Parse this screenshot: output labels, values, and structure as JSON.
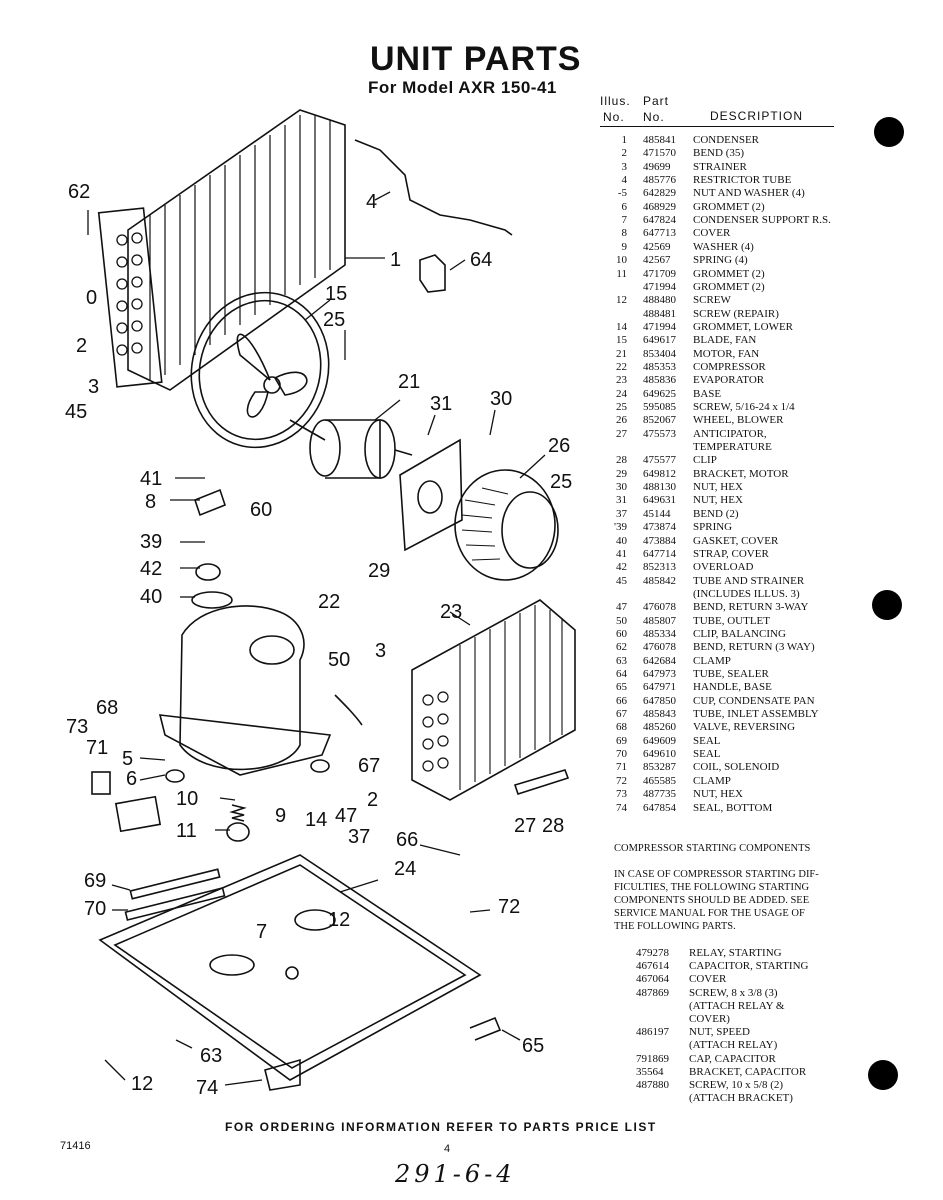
{
  "header": {
    "title": "UNIT PARTS",
    "subtitle": "For Model AXR 150-41"
  },
  "table": {
    "col_illus_line1": "Illus.",
    "col_illus_line2": "No.",
    "col_part_line1": "Part",
    "col_part_line2": "No.",
    "col_desc": "DESCRIPTION",
    "rows": [
      {
        "illus": "1",
        "part": "485841",
        "desc": "CONDENSER"
      },
      {
        "illus": "2",
        "part": "471570",
        "desc": "BEND (35)"
      },
      {
        "illus": "3",
        "part": "49699",
        "desc": "STRAINER"
      },
      {
        "illus": "4",
        "part": "485776",
        "desc": "RESTRICTOR TUBE"
      },
      {
        "illus": "-5",
        "part": "642829",
        "desc": "NUT AND WASHER (4)"
      },
      {
        "illus": "6",
        "part": "468929",
        "desc": "GROMMET (2)"
      },
      {
        "illus": "7",
        "part": "647824",
        "desc": "CONDENSER SUPPORT R.S."
      },
      {
        "illus": "8",
        "part": "647713",
        "desc": "COVER"
      },
      {
        "illus": "9",
        "part": "42569",
        "desc": "WASHER (4)"
      },
      {
        "illus": "10",
        "part": "42567",
        "desc": "SPRING (4)"
      },
      {
        "illus": "11",
        "part": "471709",
        "desc": "GROMMET (2)"
      },
      {
        "illus": "",
        "part": "471994",
        "desc": "GROMMET (2)"
      },
      {
        "illus": "12",
        "part": "488480",
        "desc": "SCREW"
      },
      {
        "illus": "",
        "part": "488481",
        "desc": "SCREW (REPAIR)"
      },
      {
        "illus": "14",
        "part": "471994",
        "desc": "GROMMET, LOWER"
      },
      {
        "illus": "15",
        "part": "649617",
        "desc": "BLADE, FAN"
      },
      {
        "illus": "21",
        "part": "853404",
        "desc": "MOTOR, FAN"
      },
      {
        "illus": "22",
        "part": "485353",
        "desc": "COMPRESSOR"
      },
      {
        "illus": "23",
        "part": "485836",
        "desc": "EVAPORATOR"
      },
      {
        "illus": "24",
        "part": "649625",
        "desc": "BASE"
      },
      {
        "illus": "25",
        "part": "595085",
        "desc": "SCREW, 5/16-24 x 1/4"
      },
      {
        "illus": "26",
        "part": "852067",
        "desc": "WHEEL, BLOWER"
      },
      {
        "illus": "27",
        "part": "475573",
        "desc": "ANTICIPATOR,"
      },
      {
        "illus": "",
        "part": "",
        "desc": "TEMPERATURE"
      },
      {
        "illus": "28",
        "part": "475577",
        "desc": "CLIP"
      },
      {
        "illus": "29",
        "part": "649812",
        "desc": "BRACKET, MOTOR"
      },
      {
        "illus": "30",
        "part": "488130",
        "desc": "NUT, HEX"
      },
      {
        "illus": "31",
        "part": "649631",
        "desc": "NUT, HEX"
      },
      {
        "illus": "37",
        "part": "45144",
        "desc": "BEND (2)"
      },
      {
        "illus": "'39",
        "part": "473874",
        "desc": "SPRING"
      },
      {
        "illus": "40",
        "part": "473884",
        "desc": "GASKET, COVER"
      },
      {
        "illus": "41",
        "part": "647714",
        "desc": "STRAP, COVER"
      },
      {
        "illus": "42",
        "part": "852313",
        "desc": "OVERLOAD"
      },
      {
        "illus": "45",
        "part": "485842",
        "desc": "TUBE AND STRAINER"
      },
      {
        "illus": "",
        "part": "",
        "desc": "(INCLUDES ILLUS. 3)"
      },
      {
        "illus": "47",
        "part": "476078",
        "desc": "BEND, RETURN 3-WAY"
      },
      {
        "illus": "50",
        "part": "485807",
        "desc": "TUBE, OUTLET"
      },
      {
        "illus": "60",
        "part": "485334",
        "desc": "CLIP, BALANCING"
      },
      {
        "illus": "62",
        "part": "476078",
        "desc": "BEND, RETURN (3 WAY)"
      },
      {
        "illus": "63",
        "part": "642684",
        "desc": "CLAMP"
      },
      {
        "illus": "64",
        "part": "647973",
        "desc": "TUBE, SEALER"
      },
      {
        "illus": "65",
        "part": "647971",
        "desc": "HANDLE, BASE"
      },
      {
        "illus": "66",
        "part": "647850",
        "desc": "CUP, CONDENSATE PAN"
      },
      {
        "illus": "67",
        "part": "485843",
        "desc": "TUBE, INLET ASSEMBLY"
      },
      {
        "illus": "68",
        "part": "485260",
        "desc": "VALVE, REVERSING"
      },
      {
        "illus": "69",
        "part": "649609",
        "desc": "SEAL"
      },
      {
        "illus": "70",
        "part": "649610",
        "desc": "SEAL"
      },
      {
        "illus": "71",
        "part": "853287",
        "desc": "COIL, SOLENOID"
      },
      {
        "illus": "72",
        "part": "465585",
        "desc": "CLAMP"
      },
      {
        "illus": "73",
        "part": "487735",
        "desc": "NUT, HEX"
      },
      {
        "illus": "74",
        "part": "647854",
        "desc": "SEAL, BOTTOM"
      }
    ]
  },
  "starting": {
    "heading": "COMPRESSOR STARTING COMPONENTS",
    "note": [
      "IN CASE OF COMPRESSOR STARTING DIF-",
      "FICULTIES, THE FOLLOWING STARTING",
      "COMPONENTS SHOULD BE ADDED. SEE",
      "SERVICE MANUAL FOR THE USAGE OF",
      "THE FOLLOWING PARTS."
    ],
    "rows": [
      {
        "part": "479278",
        "desc": "RELAY, STARTING"
      },
      {
        "part": "467614",
        "desc": "CAPACITOR, STARTING"
      },
      {
        "part": "467064",
        "desc": "COVER"
      },
      {
        "part": "487869",
        "desc": "SCREW, 8 x 3/8 (3)"
      },
      {
        "part": "",
        "desc": "(ATTACH RELAY &"
      },
      {
        "part": "",
        "desc": "COVER)"
      },
      {
        "part": "486197",
        "desc": "NUT, SPEED"
      },
      {
        "part": "",
        "desc": "(ATTACH RELAY)"
      },
      {
        "part": "791869",
        "desc": "CAP, CAPACITOR"
      },
      {
        "part": "35564",
        "desc": "BRACKET, CAPACITOR"
      },
      {
        "part": "487880",
        "desc": "SCREW, 10 x 5/8 (2)"
      },
      {
        "part": "",
        "desc": "(ATTACH BRACKET)"
      }
    ]
  },
  "callouts": [
    "62",
    "4",
    "1",
    "64",
    "0",
    "2",
    "15",
    "25",
    "3",
    "45",
    "21",
    "31",
    "30",
    "26",
    "41",
    "8",
    "60",
    "25",
    "39",
    "29",
    "42",
    "40",
    "22",
    "23",
    "50",
    "3",
    "68",
    "73",
    "71",
    "5",
    "6",
    "10",
    "9",
    "14",
    "67",
    "47",
    "2",
    "27",
    "28",
    "11",
    "37",
    "66",
    "69",
    "24",
    "70",
    "7",
    "12",
    "72",
    "63",
    "65",
    "12",
    "74"
  ],
  "footer": {
    "ordering": "FOR ORDERING INFORMATION REFER TO PARTS PRICE LIST",
    "doc_number": "71416",
    "page_number": "4",
    "handwritten": "291-6-4"
  }
}
